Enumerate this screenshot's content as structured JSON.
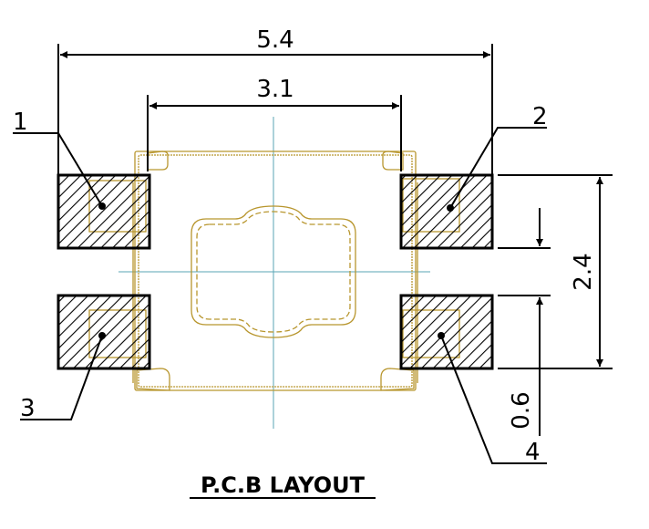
{
  "drawing": {
    "dimensions": {
      "overall_width": "5.4",
      "pad_spacing": "3.1",
      "overall_height": "2.4",
      "pad_gap": "0.6"
    },
    "pins": [
      "1",
      "2",
      "3",
      "4"
    ],
    "title": "P.C.B LAYOUT",
    "colors": {
      "line": "#000000",
      "outline": "#b8962e",
      "centerline": "#5aa6b5",
      "background": "#ffffff"
    }
  }
}
